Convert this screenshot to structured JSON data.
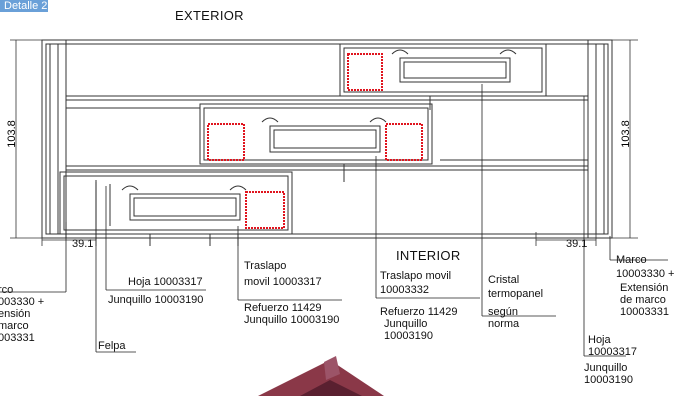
{
  "detail_tag": "Detalle 2",
  "titles": {
    "exterior": "EXTERIOR",
    "interior": "INTERIOR"
  },
  "dimensions": {
    "height_left": "103.8",
    "height_right": "103.8",
    "width_left": "39.1",
    "width_right": "39.1"
  },
  "labels": {
    "marco_left": [
      "rco",
      "003330 +",
      "ensión",
      "marco",
      "003331"
    ],
    "hoja_left": "Hoja 10003317",
    "junquillo_left": "Junquillo 10003190",
    "felpa": "Felpa",
    "traslapo_fijo": [
      "Traslapo",
      "movil 10003317"
    ],
    "refuerzo_fijo": [
      "Refuerzo 11429",
      "Junquillo 10003190"
    ],
    "traslapo_movil": [
      "Traslapo movil",
      "10003332"
    ],
    "refuerzo_movil": [
      "Refuerzo 11429",
      "Junquillo",
      "10003190"
    ],
    "cristal": [
      "Cristal",
      "termopanel",
      "según",
      "norma"
    ],
    "marco_right": [
      "Marco",
      "10003330 +",
      "Extensión",
      "de marco",
      "10003331"
    ],
    "hoja_right": [
      "Hoja",
      "10003317",
      "Junquillo",
      "10003190"
    ]
  },
  "colors": {
    "profile_stroke": "#333333",
    "reinforcement": "#e0141e",
    "tag_bg": "#6aa0d8",
    "decor_roof": "#7a2f3c"
  }
}
